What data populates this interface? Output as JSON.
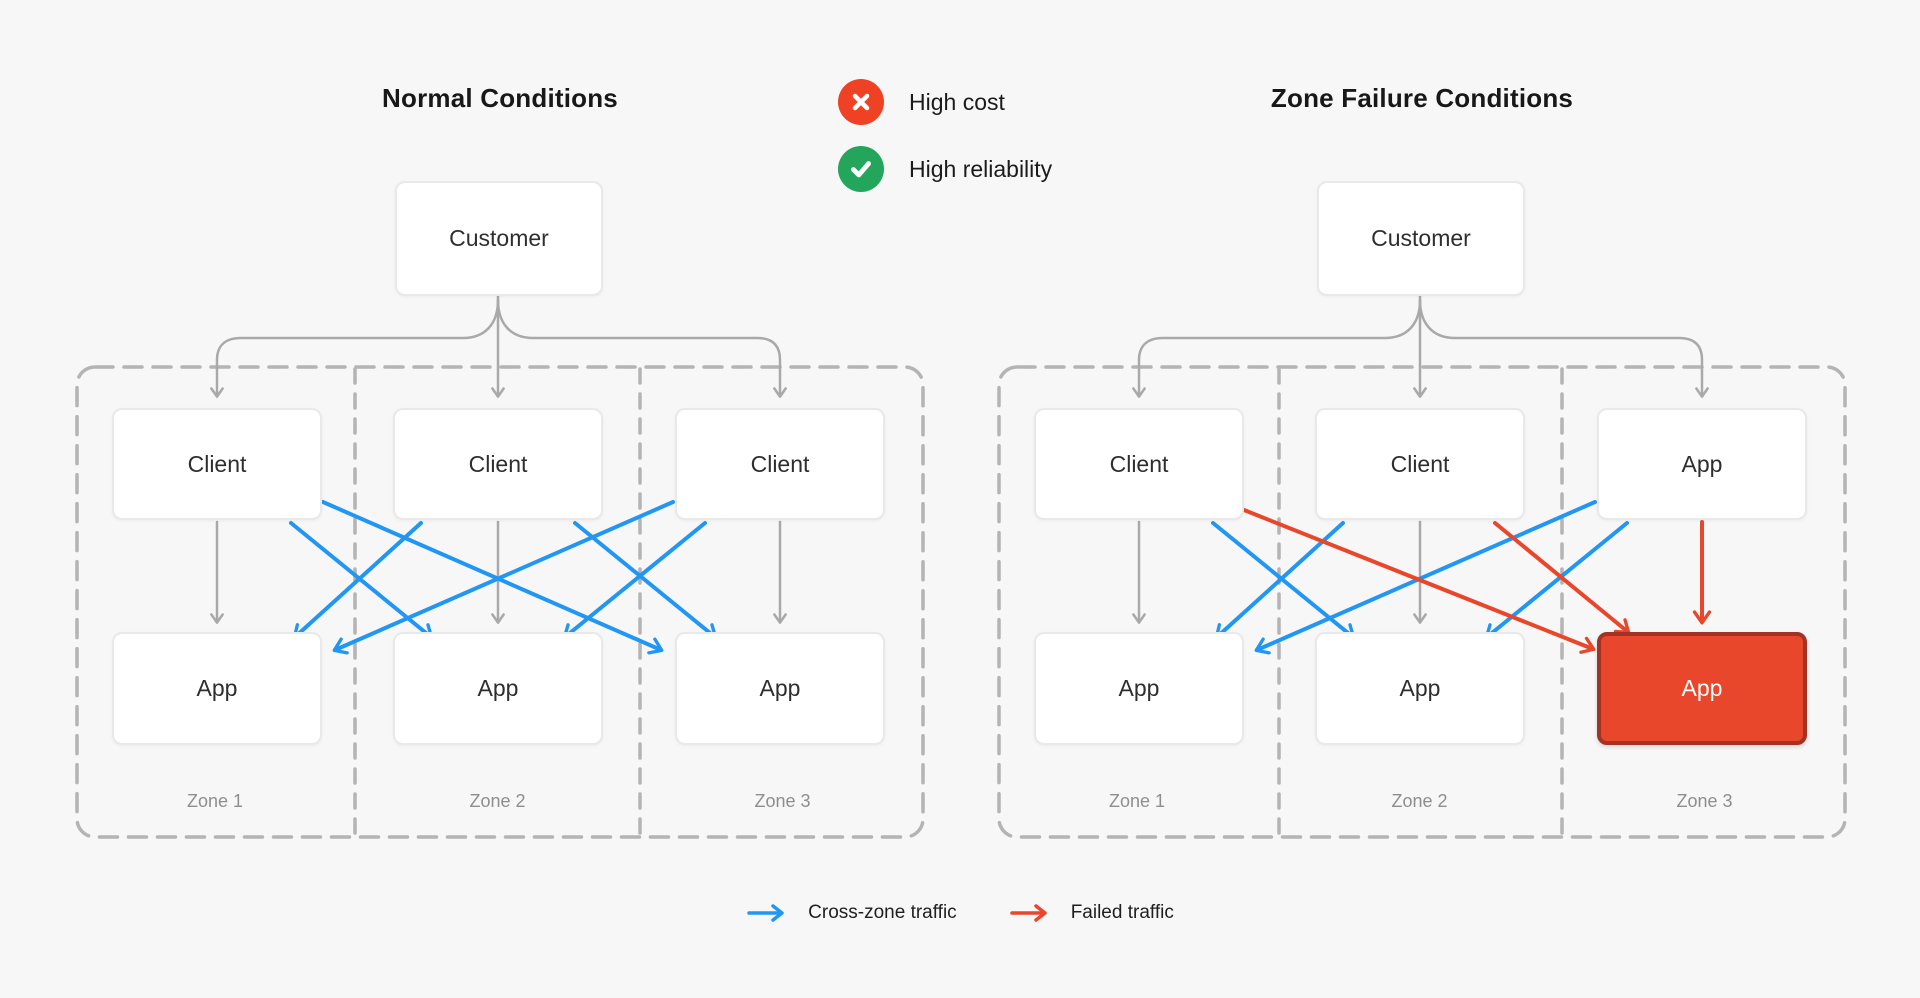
{
  "status_legend": {
    "items": [
      {
        "icon": "cross-circle-icon",
        "label": "High cost"
      },
      {
        "icon": "check-circle-icon",
        "label": "High reliability"
      }
    ]
  },
  "diagrams": [
    {
      "title": "Normal Conditions",
      "customer_label": "Customer",
      "zones": [
        {
          "label": "Zone 1",
          "client_label": "Client",
          "app_label": "App",
          "app_failed": false
        },
        {
          "label": "Zone 2",
          "client_label": "Client",
          "app_label": "App",
          "app_failed": false
        },
        {
          "label": "Zone 3",
          "client_label": "Client",
          "app_label": "App",
          "app_failed": false
        }
      ]
    },
    {
      "title": "Zone Failure Conditions",
      "customer_label": "Customer",
      "zones": [
        {
          "label": "Zone 1",
          "client_label": "Client",
          "app_label": "App",
          "app_failed": false
        },
        {
          "label": "Zone 2",
          "client_label": "Client",
          "app_label": "App",
          "app_failed": false
        },
        {
          "label": "Zone 3",
          "client_label": "App",
          "app_label": "App",
          "app_failed": true
        }
      ]
    }
  ],
  "traffic_legend": {
    "items": [
      {
        "arrow": "blue-arrow-icon",
        "label": "Cross-zone traffic"
      },
      {
        "arrow": "red-arrow-icon",
        "label": "Failed traffic"
      }
    ]
  },
  "colors": {
    "page_bg": "#F7F7F7",
    "gray_line": "#A9A9A9",
    "dashed_border": "#B4B4B4",
    "blue": "#2196F3",
    "red": "#E8472B",
    "failed_fill": "#E8472B",
    "failed_border": "#A33224",
    "icon_red": "#EF4123",
    "icon_green": "#23A55C"
  }
}
